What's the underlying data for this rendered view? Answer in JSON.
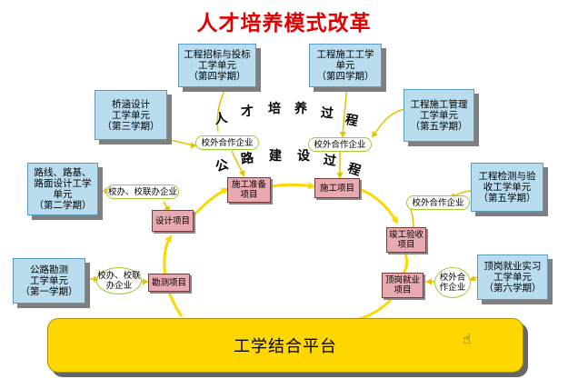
{
  "title": "人才培养模式改革",
  "units": {
    "survey": [
      "公路勘测",
      "工学单元",
      "（第一学期）"
    ],
    "road": [
      "路线、路基、",
      "路面设计工学",
      "单元",
      "（第二学期）"
    ],
    "bridge": [
      "桥涵设计",
      "工学单元",
      "（第三学期）"
    ],
    "bidding": [
      "工程招标与投标",
      "工学单元",
      "（第四学期）"
    ],
    "construction": [
      "工程施工工学",
      "单元",
      "（第四学期）"
    ],
    "management": [
      "工程施工管理",
      "工学单元",
      "（第五学期）"
    ],
    "testing": [
      "工程检测与验",
      "收工学单元",
      "（第五学期）"
    ],
    "internship": [
      "顶岗就业实习",
      "工学单元",
      "（第六学期）"
    ]
  },
  "projects": {
    "survey": [
      "勘测项目"
    ],
    "design": [
      "设计项目"
    ],
    "prep": [
      "施工准备",
      "项目"
    ],
    "build": [
      "施工项目"
    ],
    "acceptance": [
      "竣工验收",
      "项目"
    ],
    "employment": [
      "顶岗就业",
      "项目"
    ]
  },
  "coops": {
    "school_run_1": [
      "校办、校联",
      "办企业"
    ],
    "school_run_2": [
      "校办、校联办企业"
    ],
    "outside_1": [
      "校外合作企业"
    ],
    "outside_2": [
      "校外合作企业"
    ],
    "outside_3": [
      "校外合作企业"
    ],
    "outside_4": [
      "校外合",
      "作企业"
    ]
  },
  "arc_upper": [
    "人",
    "才",
    "培",
    "养",
    "过",
    "程"
  ],
  "arc_lower": [
    "公",
    "路",
    "建",
    "设",
    "过",
    "程"
  ],
  "platform_label": "工学结合平台",
  "icons": {
    "cursor": "hand-pointer-icon"
  },
  "colors": {
    "title": "#e00000",
    "unit": "#b9dcef",
    "project": "#e8aab0",
    "platform": "#ffd700",
    "arrow": "#ffd700",
    "coop_border": "#9acd32"
  }
}
